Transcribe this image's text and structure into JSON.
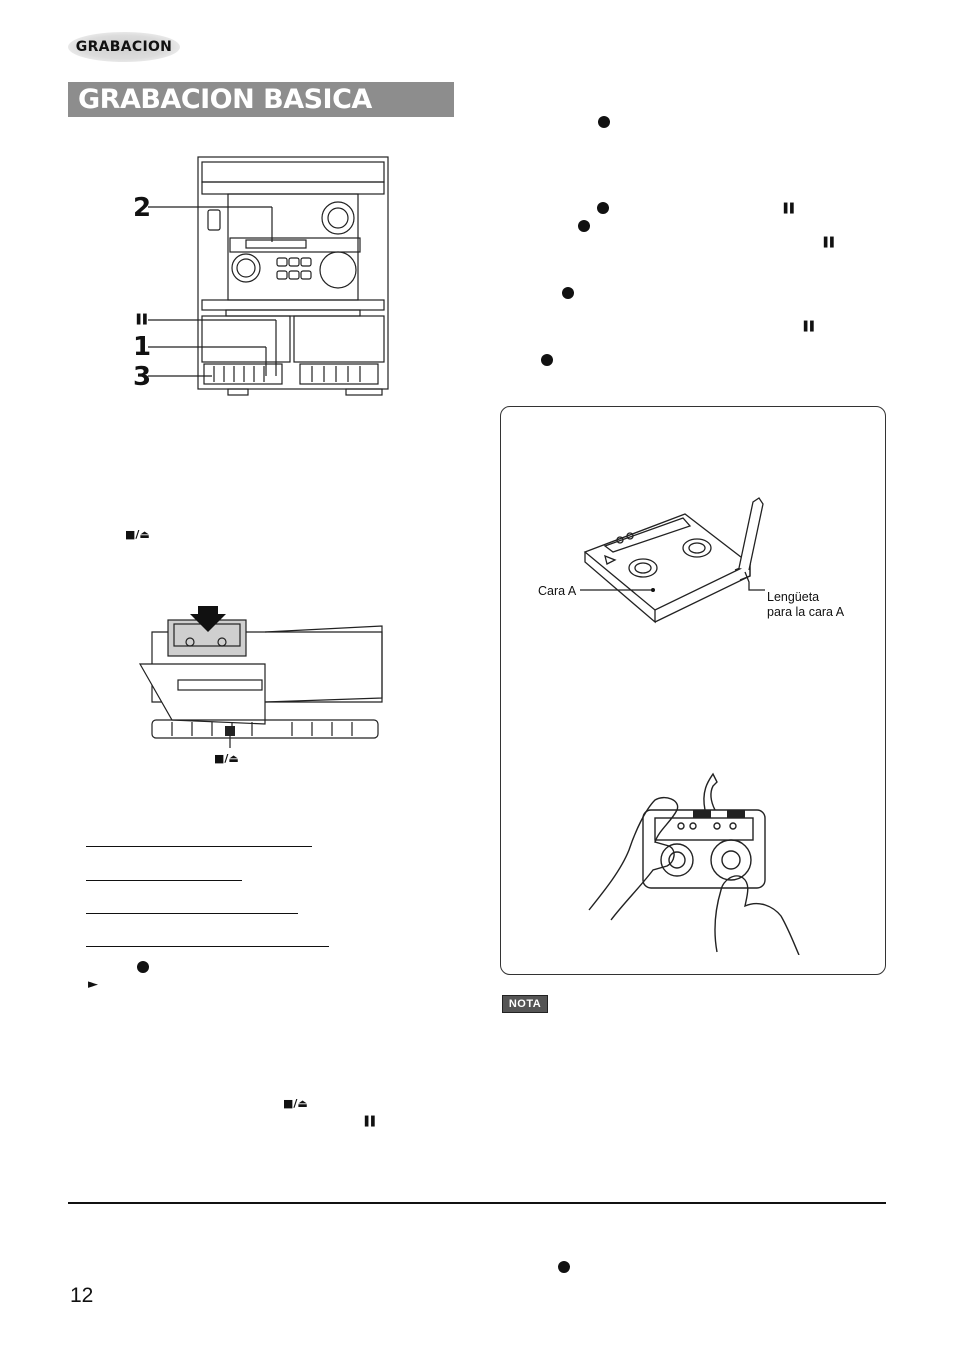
{
  "header": {
    "section": "GRABACION",
    "title": "GRABACION BASICA"
  },
  "symbols": {
    "pause": "❚❚",
    "stop_eject": "■/⏏",
    "play": "►"
  },
  "figure_stereo": {
    "callouts": [
      "2",
      "1",
      "3"
    ]
  },
  "figure_tip": {
    "label_side": "Cara A",
    "label_tab_line1": "Lengüeta",
    "label_tab_line2": "para la cara A"
  },
  "nota_label": "NOTA",
  "page_number": "12"
}
